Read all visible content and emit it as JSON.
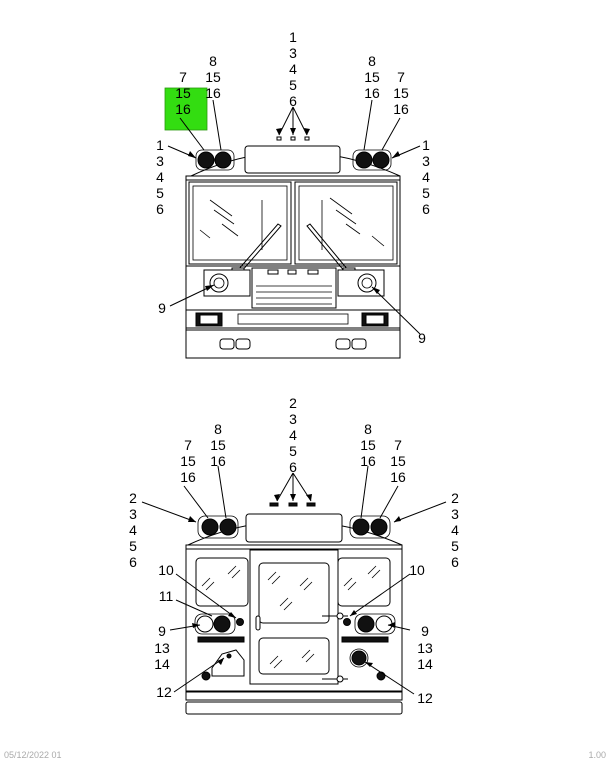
{
  "front_view": {
    "callouts": {
      "top_center": [
        "1",
        "3",
        "4",
        "5",
        "6"
      ],
      "upper_left_outer": [
        "7",
        "15",
        "16"
      ],
      "upper_left_inner": [
        "8",
        "15",
        "16"
      ],
      "upper_right_inner": [
        "8",
        "15",
        "16"
      ],
      "upper_right_outer": [
        "7",
        "15",
        "16"
      ],
      "left_side": [
        "1",
        "3",
        "4",
        "5",
        "6"
      ],
      "right_side": [
        "1",
        "3",
        "4",
        "5",
        "6"
      ],
      "headlamp_left": "9",
      "headlamp_right": "9"
    },
    "highlight_color": "#33dd11"
  },
  "rear_view": {
    "callouts": {
      "top_center": [
        "2",
        "3",
        "4",
        "5",
        "6"
      ],
      "upper_left_outer": [
        "7",
        "15",
        "16"
      ],
      "upper_left_inner": [
        "8",
        "15",
        "16"
      ],
      "upper_right_inner": [
        "8",
        "15",
        "16"
      ],
      "upper_right_outer": [
        "7",
        "15",
        "16"
      ],
      "left_side": [
        "2",
        "3",
        "4",
        "5",
        "6"
      ],
      "right_side": [
        "2",
        "3",
        "4",
        "5",
        "6"
      ],
      "left_10": "10",
      "left_11": "11",
      "left_9": "9",
      "left_13_14": [
        "13",
        "14"
      ],
      "left_12": "12",
      "right_10": "10",
      "right_9": "9",
      "right_13_14": [
        "13",
        "14"
      ],
      "right_12": "12"
    }
  },
  "footer": {
    "left_code": "05/12/2022 01",
    "right_code": "1.00"
  }
}
